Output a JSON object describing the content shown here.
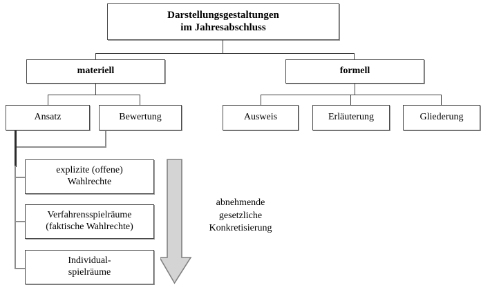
{
  "diagram": {
    "title_node": {
      "line1": "Darstellungsgestaltungen",
      "line2": "im Jahresabschluss"
    },
    "level2": [
      {
        "label": "materiell"
      },
      {
        "label": "formell"
      }
    ],
    "materiell_children": [
      {
        "label": "Ansatz"
      },
      {
        "label": "Bewertung"
      }
    ],
    "formell_children": [
      {
        "label": "Ausweis"
      },
      {
        "label": "Erläuterung"
      },
      {
        "label": "Gliederung"
      }
    ],
    "ansatz_children": [
      {
        "line1": "explizite (offene)",
        "line2": "Wahlrechte"
      },
      {
        "line1": "Verfahrensspielräume",
        "line2": "(faktische Wahlrechte)"
      },
      {
        "line1": "Individual-",
        "line2": "spielräume"
      }
    ],
    "arrow": {
      "direction": "down",
      "fill_color": "#d4d4d4",
      "stroke_color": "#808080",
      "caption_line1": "abnehmende",
      "caption_line2": "gesetzliche",
      "caption_line3": "Konkretisierung"
    },
    "colors": {
      "box_border": "#4a4a4a",
      "box_shadow": "#9a9a9a",
      "connector": "#3c3c3c",
      "connector_light": "#8d8d8d",
      "background": "#ffffff",
      "text": "#000000"
    }
  }
}
